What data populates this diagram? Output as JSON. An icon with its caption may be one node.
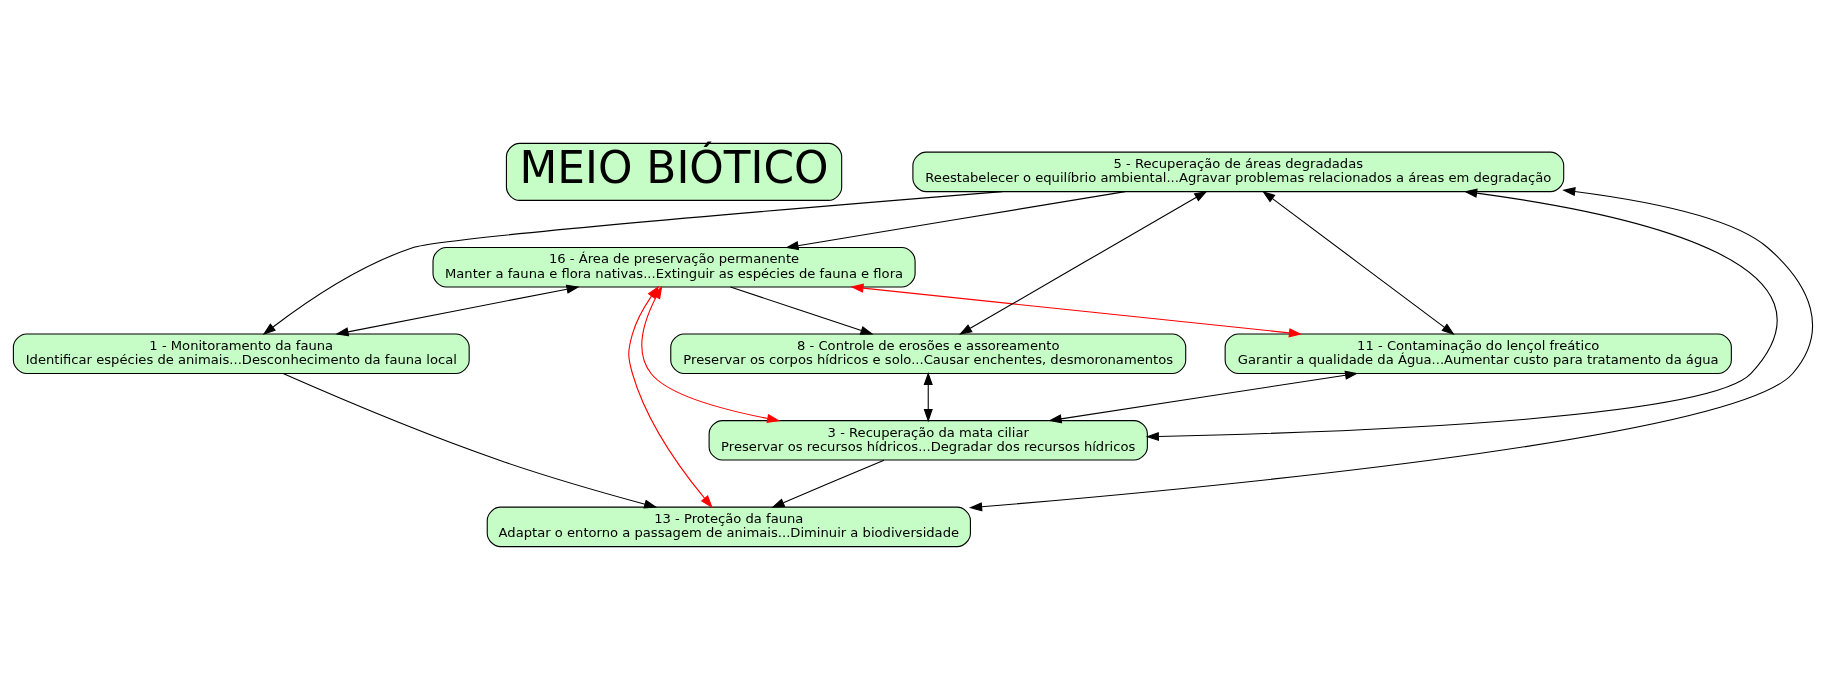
{
  "diagram": {
    "nodes": [
      {
        "text": [
          "MEIO BIÓTICO"
        ]
      },
      {
        "text": [
          "16 - Área de preservação permanente",
          "Manter a fauna e flora nativas...Extinguir as espécies de fauna e flora"
        ]
      },
      {
        "text": [
          "1 - Monitoramento da fauna",
          "Identificar espécies de animais...Desconhecimento da fauna local"
        ]
      },
      {
        "text": [
          "5 - Recuperação de áreas degradadas",
          "Reestabelecer o equilíbrio ambiental...Agravar problemas relacionados a áreas em degradação"
        ]
      },
      {
        "text": [
          "13 - Proteção da fauna",
          "Adaptar o entorno a passagem de animais...Diminuir a biodiversidade"
        ]
      },
      {
        "text": [
          "8 - Controle de erosões e assoreamento",
          "Preservar os corpos hídricos e solo...Causar enchentes, desmoronamentos"
        ]
      },
      {
        "text": [
          "11 - Contaminação do lençol freático",
          "Garantir a qualidade da Água...Aumentar custo para tratamento da água"
        ]
      },
      {
        "text": [
          "3 - Recuperação da mata ciliar",
          "Preservar os recursos hídricos...Degradar dos recursos hídricos"
        ]
      }
    ],
    "edges": [
      {
        "from": 1,
        "to": 2,
        "arrow": "both"
      },
      {
        "from": 1,
        "to": 5,
        "arrow": "to"
      },
      {
        "from": 3,
        "to": 1,
        "arrow": "to"
      },
      {
        "from": 1,
        "to": 7,
        "arrow": "both",
        "color": "#ff0000"
      },
      {
        "from": 1,
        "to": 6,
        "arrow": "both",
        "color": "#ff0000"
      },
      {
        "from": 1,
        "to": 4,
        "arrow": "both",
        "color": "#ff0000"
      },
      {
        "from": 3,
        "to": 2,
        "arrow": "to"
      },
      {
        "from": 3,
        "to": 4,
        "arrow": "both"
      },
      {
        "from": 2,
        "to": 4,
        "arrow": "to"
      },
      {
        "from": 3,
        "to": 5,
        "arrow": "both"
      },
      {
        "from": 3,
        "to": 7,
        "arrow": "both"
      },
      {
        "from": 3,
        "to": 6,
        "arrow": "both"
      },
      {
        "from": 5,
        "to": 7,
        "arrow": "both"
      },
      {
        "from": 6,
        "to": 7,
        "arrow": "both"
      },
      {
        "from": 7,
        "to": 4,
        "arrow": "to"
      }
    ]
  }
}
